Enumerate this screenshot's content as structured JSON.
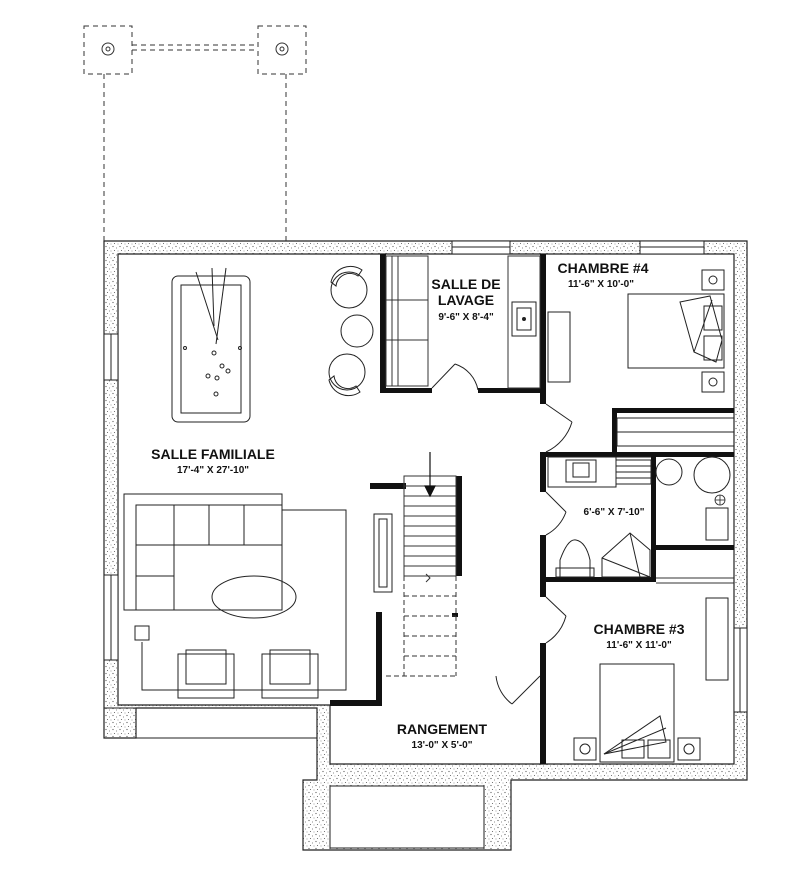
{
  "rooms": {
    "family": {
      "name": "SALLE FAMILIALE",
      "dims": "17'-4\" X 27'-10\""
    },
    "laundry": {
      "name_line1": "SALLE DE",
      "name_line2": "LAVAGE",
      "dims": "9'-6\" X 8'-4\""
    },
    "bedroom4": {
      "name": "CHAMBRE #4",
      "dims": "11'-6\" X 10'-0\""
    },
    "bathroom": {
      "dims": "6'-6\" X 7'-10\""
    },
    "bedroom3": {
      "name": "CHAMBRE #3",
      "dims": "11'-6\" X 11'-0\""
    },
    "storage": {
      "name": "RANGEMENT",
      "dims": "13'-0\" X 5'-0\""
    }
  }
}
